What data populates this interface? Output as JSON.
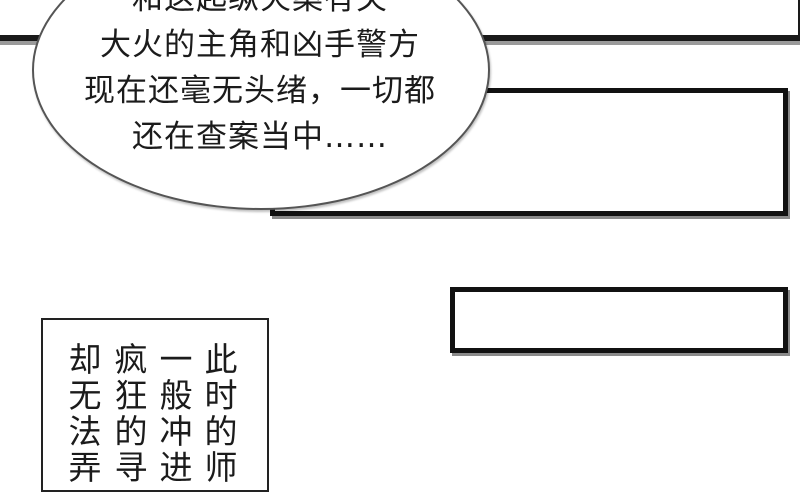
{
  "speech_bubble": {
    "lines": [
      "和这起纵火案有关",
      "大火的主角和凶手警方",
      "现在还毫无头绪，一切都",
      "还在查案当中……"
    ]
  },
  "caption": {
    "columns": [
      "此时的师",
      "一般冲进",
      "疯狂的寻",
      "却无法弄"
    ]
  },
  "colors": {
    "border": "#111111",
    "text": "#1b1b1b",
    "background": "#ffffff",
    "shadow": "#8a8a8a"
  }
}
